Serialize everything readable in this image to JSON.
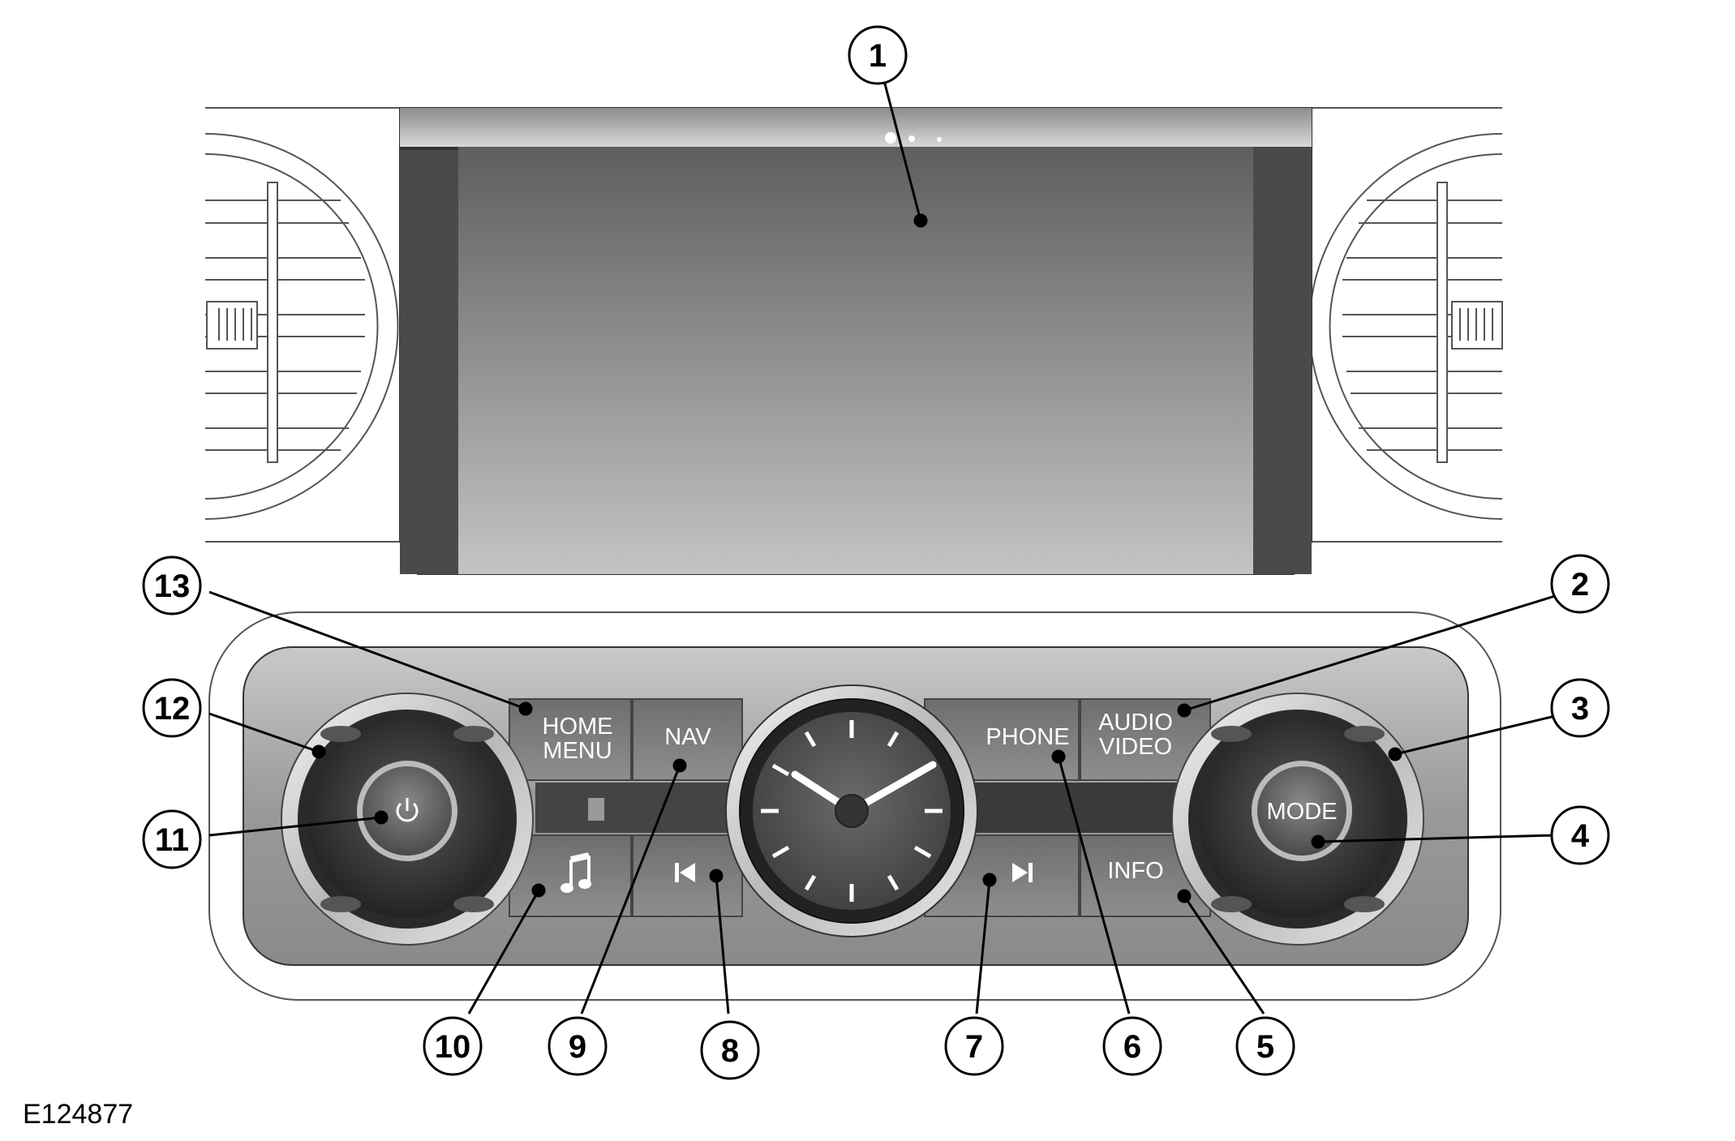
{
  "figure_id": "E124877",
  "buttons": {
    "home_menu": [
      "HOME",
      "MENU"
    ],
    "nav": "NAV",
    "phone": "PHONE",
    "audio_video": [
      "AUDIO",
      "VIDEO"
    ],
    "info": "INFO",
    "mode": "MODE"
  },
  "icons": {
    "power": "power-icon",
    "music": "music-note-icon",
    "previous": "skip-previous-icon",
    "next": "skip-next-icon",
    "clock": "analog-clock"
  },
  "callouts": [
    "1",
    "2",
    "3",
    "4",
    "5",
    "6",
    "7",
    "8",
    "9",
    "10",
    "11",
    "12",
    "13"
  ]
}
